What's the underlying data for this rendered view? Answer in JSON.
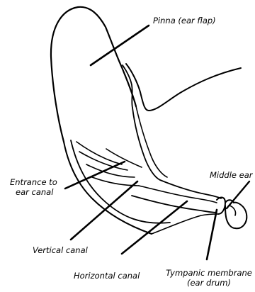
{
  "labels": {
    "pinna": "Pinna (ear flap)",
    "middle_ear": "Middle ear",
    "entrance_line1": "Entrance to",
    "entrance_line2": "ear canal",
    "vertical_canal": "Vertical canal",
    "horizontal_canal": "Horizontal canal",
    "tympanic_line1": "Tympanic membrane",
    "tympanic_line2": "(ear drum)"
  },
  "colors": {
    "ink": "#000000",
    "background": "#ffffff"
  }
}
